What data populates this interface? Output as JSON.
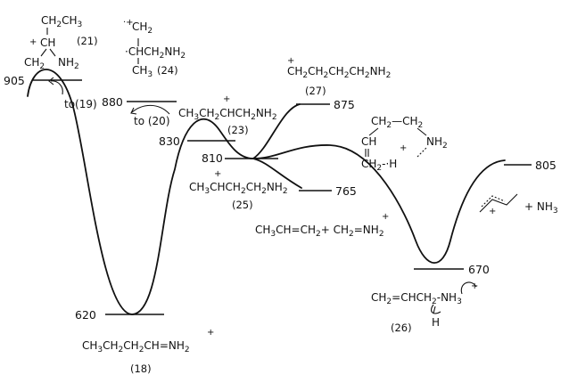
{
  "energies": {
    "e905": "905",
    "e880": "880",
    "e830": "830",
    "e810": "810",
    "e875": "875",
    "e765": "765",
    "e805": "805",
    "e670": "670",
    "e620": "620"
  },
  "arrows": {
    "to19": "to(19)",
    "to20": "to (20)"
  },
  "species": {
    "s21": {
      "label": "(21)",
      "top": "CH2CH3",
      "mid": "+CH",
      "bot_left": "CH2",
      "bot_right": "NH2"
    },
    "s24": {
      "label": "(24)",
      "top": "·+CH2",
      "mid": "·CHCH2NH2",
      "bot": "CH3"
    },
    "s23": {
      "label": "(23)",
      "formula": "CH3CH2+CHCH2NH2"
    },
    "s27": {
      "label": "(27)",
      "formula": "+CH2CH2CH2CH2NH2"
    },
    "ring": {
      "a": "CH2—CH2",
      "b": "CH",
      "c": "NH2",
      "d": "CH2-+H"
    },
    "s25": {
      "label": "(25)",
      "formula": "CH3+CHCH2CH2NH2"
    },
    "products_mid": {
      "formula": "CH3CH=CH2 + CH2=+NH2"
    },
    "products_right": {
      "formula": "+ NH3"
    },
    "s26": {
      "label": "(26)",
      "formula": "CH2=CHCH2-+NH3",
      "h": "H"
    },
    "s18": {
      "label": "(18)",
      "formula": "CH3CH2CH2CH=+NH2"
    }
  }
}
